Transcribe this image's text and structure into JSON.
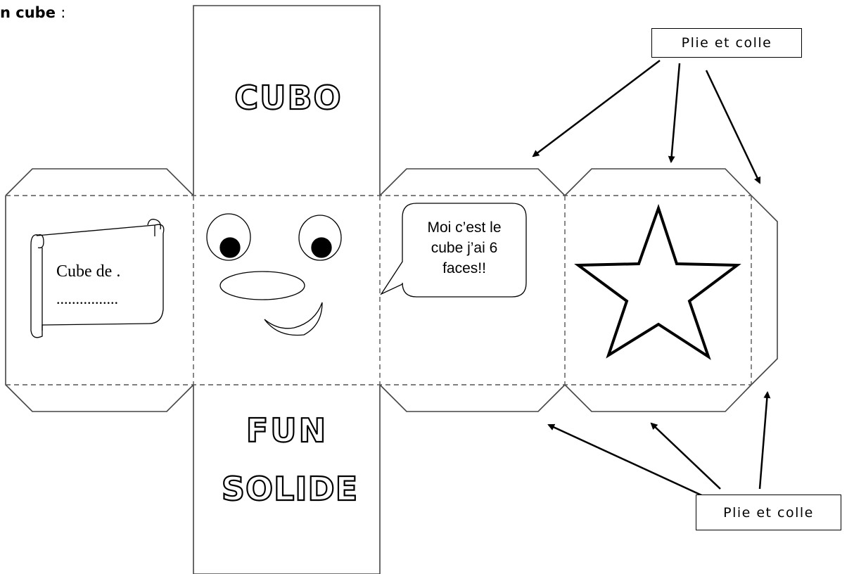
{
  "heading": {
    "text": "n cube",
    "colon": ":"
  },
  "faces": {
    "top": {
      "title": "CUBO"
    },
    "bottom": {
      "line1": "FUN",
      "line2": "SOLIDE"
    },
    "left": {
      "scroll_line1": "Cube de  .",
      "scroll_line2": "................"
    },
    "right_middle": {
      "bubble_line1": "Moi c’est le",
      "bubble_line2": "cube j’ai 6",
      "bubble_line3": "faces!!"
    }
  },
  "callouts": {
    "top": "Plie et colle",
    "bottom": "Plie et colle"
  },
  "icons": [
    "scroll-icon",
    "face-drawing",
    "speech-bubble",
    "star-icon",
    "arrow-icon"
  ],
  "colors": {
    "line": "#000000",
    "fold_line": "#444444",
    "background": "#ffffff"
  }
}
